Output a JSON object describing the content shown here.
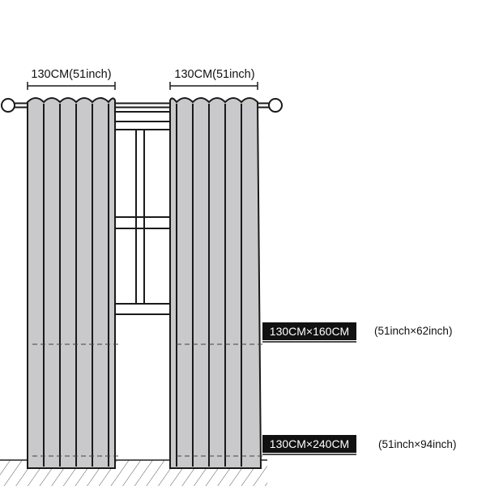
{
  "widths": {
    "left": "130CM(51inch)",
    "right": "130CM(51inch)"
  },
  "sizes": [
    {
      "metric": "130CM×160CM",
      "imperial": "(51inch×62inch)"
    },
    {
      "metric": "130CM×240CM",
      "imperial": "(51inch×94inch)"
    }
  ],
  "colors": {
    "curtain": "#c9c9cb",
    "line": "#1a1a1a",
    "tag": "#111111",
    "window": "#6a6a6a"
  }
}
